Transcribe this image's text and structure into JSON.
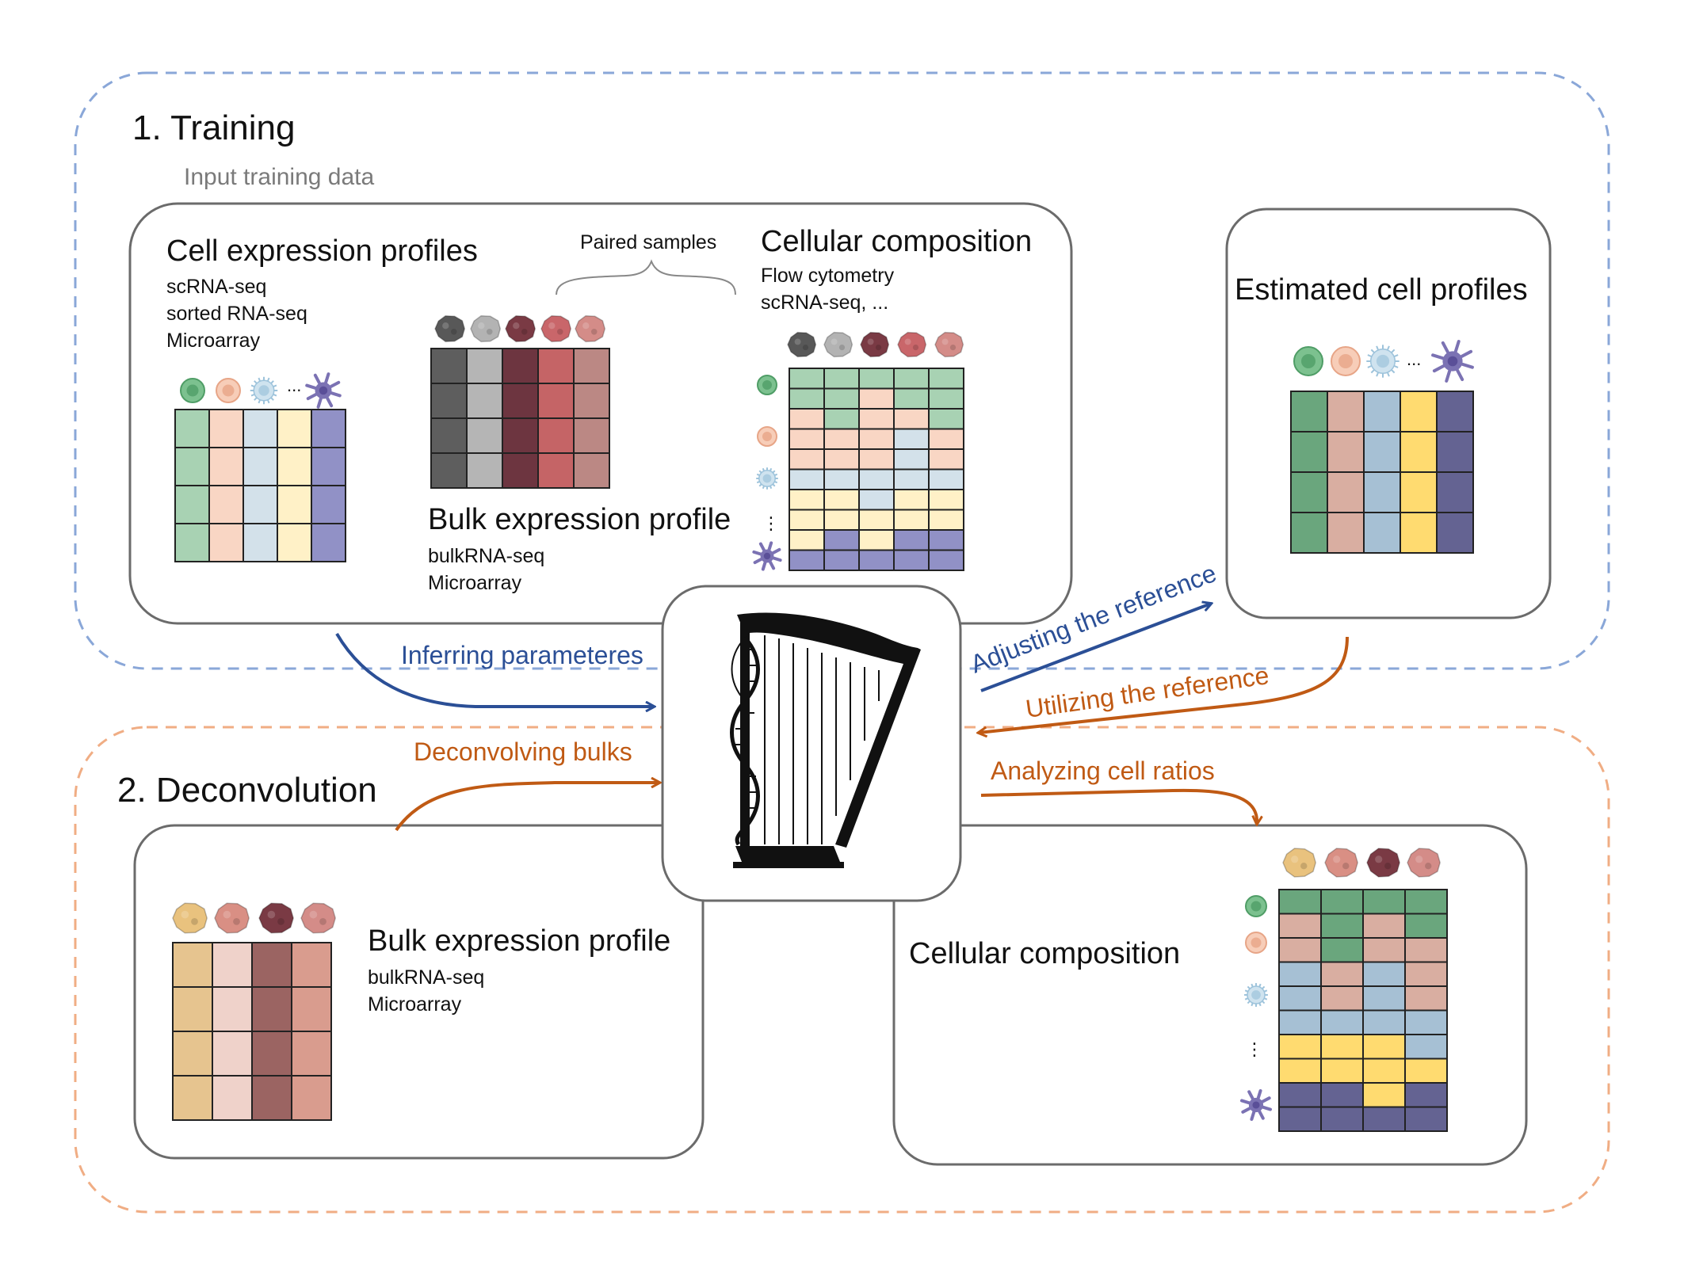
{
  "colors": {
    "training_border": "#8aa7d8",
    "deconv_border": "#f0ad84",
    "box_border": "#6b6b6b",
    "blue_text": "#2b4f96",
    "orange_text": "#c05a14",
    "gray_text": "#7a7a7a",
    "black_text": "#111111"
  },
  "training": {
    "title": "1. Training",
    "input_label": "Input training data",
    "cell_profiles": {
      "title": "Cell expression profiles",
      "lines": [
        "scRNA-seq",
        "sorted RNA-seq",
        "Microarray"
      ],
      "ellipsis": "...",
      "icons": [
        "green-cell-icon",
        "peach-cell-icon",
        "lightblue-cell-icon",
        "purple-dendritic-cell-icon"
      ],
      "matrix_cols": [
        "#a8d2b3",
        "#f9d6c4",
        "#d3e1ea",
        "#fff1c7",
        "#9191c6"
      ],
      "matrix_rows": 4
    },
    "paired_label": "Paired samples",
    "bulk_profile": {
      "title": "Bulk expression profile",
      "lines": [
        "bulkRNA-seq",
        "Microarray"
      ],
      "icons": [
        "darkgray-tissue-icon",
        "gray-tissue-icon",
        "maroon-tissue-icon",
        "red-tissue-icon",
        "rose-tissue-icon"
      ],
      "matrix_cols": [
        "#5e5e5e",
        "#b5b5b5",
        "#6d3540",
        "#c56466",
        "#bb8884"
      ],
      "matrix_rows": 4
    },
    "composition": {
      "title": "Cellular composition",
      "lines": [
        "Flow cytometry",
        "scRNA-seq, ..."
      ],
      "row_ellipsis": "⋮",
      "icons": [
        "darkgray-tissue-icon",
        "gray-tissue-icon",
        "maroon-tissue-icon",
        "red-tissue-icon",
        "rose-tissue-icon"
      ],
      "row_icons": [
        "green-cell-icon",
        "peach-cell-icon",
        "lightblue-cell-icon",
        "purple-dendritic-cell-icon"
      ],
      "grid": [
        [
          "g",
          "g",
          "g",
          "g",
          "g"
        ],
        [
          "g",
          "g",
          "p",
          "g",
          "g"
        ],
        [
          "p",
          "g",
          "p",
          "p",
          "g"
        ],
        [
          "p",
          "p",
          "p",
          "b",
          "p"
        ],
        [
          "p",
          "p",
          "p",
          "b",
          "p"
        ],
        [
          "b",
          "b",
          "b",
          "b",
          "b"
        ],
        [
          "y",
          "y",
          "b",
          "y",
          "y"
        ],
        [
          "y",
          "y",
          "y",
          "y",
          "y"
        ],
        [
          "y",
          "v",
          "y",
          "v",
          "v"
        ],
        [
          "v",
          "v",
          "v",
          "v",
          "v"
        ]
      ]
    }
  },
  "estimated": {
    "title": "Estimated cell profiles",
    "ellipsis": "...",
    "icons": [
      "green-cell-icon",
      "peach-cell-icon",
      "lightblue-cell-icon",
      "purple-dendritic-cell-icon"
    ],
    "matrix_cols": [
      "#6aa67d",
      "#d9aea1",
      "#a6c0d4",
      "#ffdb70",
      "#646392"
    ],
    "matrix_rows": 4
  },
  "arrows": {
    "inferring": "Inferring parameteres",
    "adjusting": "Adjusting the reference",
    "utilizing": "Utilizing the reference",
    "deconvolving": "Deconvolving bulks",
    "analyzing": "Analyzing cell  ratios"
  },
  "deconvolution": {
    "title": "2. Deconvolution",
    "bulk_profile": {
      "title": "Bulk expression profile",
      "lines": [
        "bulkRNA-seq",
        "Microarray"
      ],
      "icons": [
        "yellow-tissue-icon",
        "salmon-tissue-icon",
        "maroon-tissue-icon",
        "rose-tissue-icon"
      ],
      "matrix_cols": [
        "#e6c48f",
        "#efd2ca",
        "#9b6462",
        "#d99c8e"
      ],
      "matrix_rows": 4
    },
    "composition": {
      "title": "Cellular composition",
      "row_ellipsis": "⋮",
      "icons": [
        "yellow-tissue-icon",
        "salmon-tissue-icon",
        "maroon-tissue-icon",
        "rose-tissue-icon"
      ],
      "row_icons": [
        "green-cell-icon",
        "peach-cell-icon",
        "lightblue-cell-icon",
        "purple-dendritic-cell-icon"
      ],
      "grid": [
        [
          "g",
          "g",
          "g",
          "g"
        ],
        [
          "p",
          "g",
          "p",
          "g"
        ],
        [
          "p",
          "g",
          "p",
          "p"
        ],
        [
          "b",
          "p",
          "b",
          "p"
        ],
        [
          "b",
          "p",
          "b",
          "p"
        ],
        [
          "b",
          "b",
          "b",
          "b"
        ],
        [
          "y",
          "y",
          "y",
          "b"
        ],
        [
          "y",
          "y",
          "y",
          "y"
        ],
        [
          "v",
          "v",
          "y",
          "v"
        ],
        [
          "v",
          "v",
          "v",
          "v"
        ]
      ]
    }
  },
  "center_icon": "harp-dna-icon"
}
